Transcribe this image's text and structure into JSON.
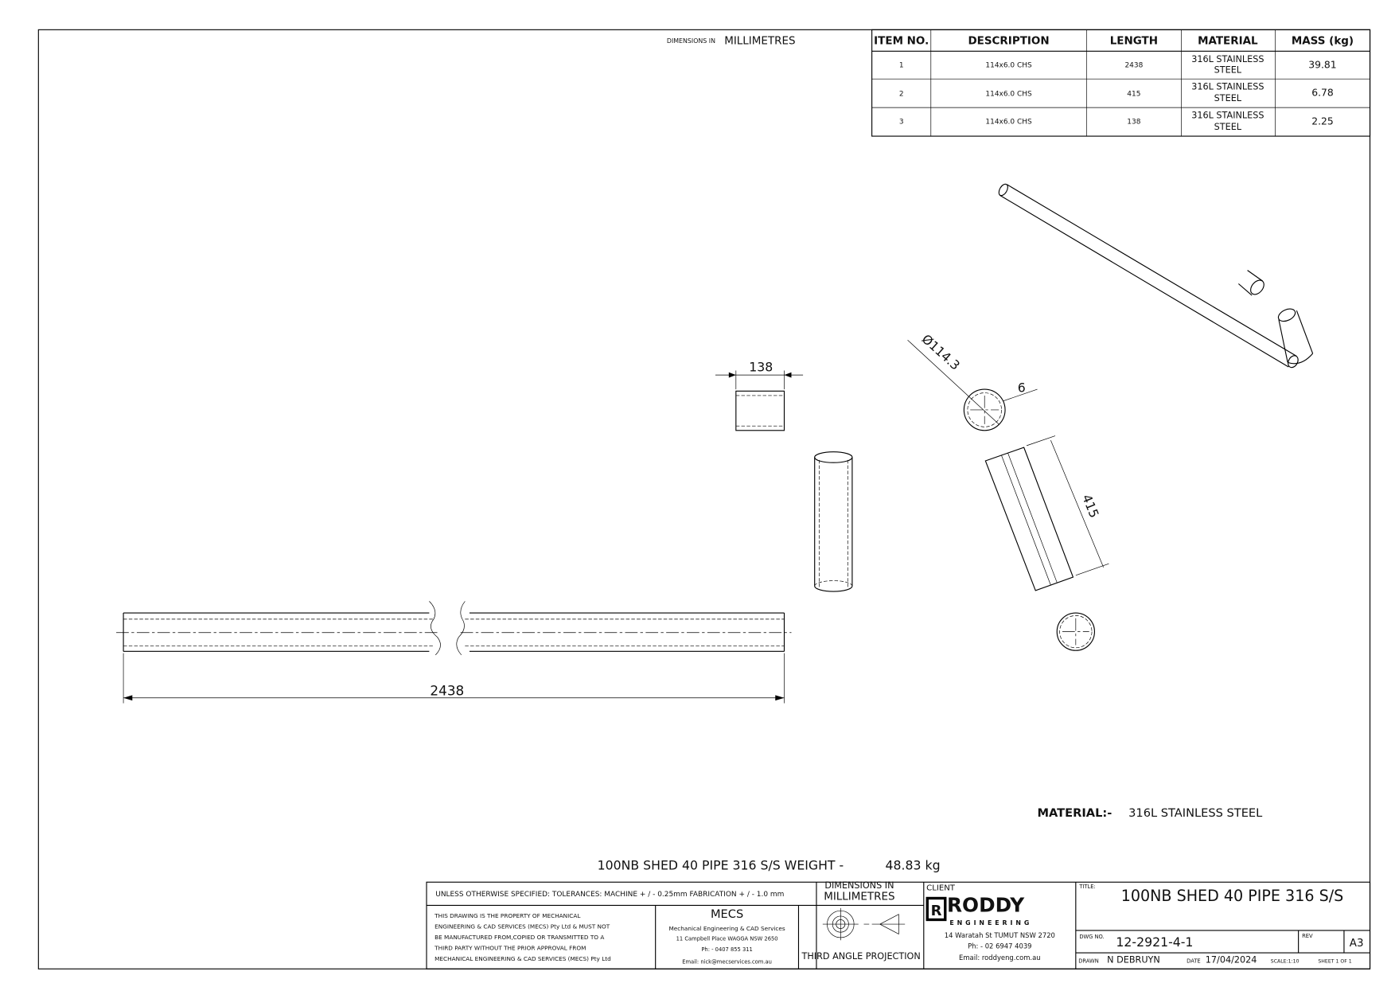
{
  "header": {
    "dims_prefix": "DIMENSIONS IN",
    "dims_unit": "MILLIMETRES"
  },
  "bom": {
    "columns": [
      "ITEM NO.",
      "DESCRIPTION",
      "LENGTH",
      "MATERIAL",
      "MASS (kg)"
    ],
    "rows": [
      {
        "item": "1",
        "desc": "114x6.0 CHS",
        "length": "2438",
        "mat1": "316L STAINLESS",
        "mat2": "STEEL",
        "mass": "39.81"
      },
      {
        "item": "2",
        "desc": "114x6.0 CHS",
        "length": "415",
        "mat1": "316L STAINLESS",
        "mat2": "STEEL",
        "mass": "6.78"
      },
      {
        "item": "3",
        "desc": "114x6.0 CHS",
        "length": "138",
        "mat1": "316L STAINLESS",
        "mat2": "STEEL",
        "mass": "2.25"
      }
    ]
  },
  "dims": {
    "long": "2438",
    "short": "138",
    "dia": "Ø114.3",
    "wall": "6",
    "mid": "415"
  },
  "material": {
    "label": "MATERIAL:-",
    "value": "316L STAINLESS STEEL"
  },
  "weight": {
    "label": "100NB SHED 40 PIPE 316 S/S WEIGHT -",
    "value": "48.83 kg"
  },
  "titleblock": {
    "tolerances": "UNLESS OTHERWISE SPECIFIED: TOLERANCES: MACHINE + / - 0.25mm  FABRICATION + / - 1.0 mm",
    "dims1": "DIMENSIONS IN",
    "dims2": "MILLIMETRES",
    "property": [
      "THIS DRAWING IS THE PROPERTY OF MECHANICAL",
      "ENGINEERING & CAD SERVICES (MECS) Pty Ltd & MUST NOT",
      "BE MANUFACTURED FROM,COPIED OR TRANSMITTED TO A",
      "THIRD PARTY WITHOUT THE PRIOR APPROVAL FROM",
      "MECHANICAL ENGINEERING & CAD SERVICES (MECS) Pty Ltd"
    ],
    "mecs": {
      "logo": "MECS",
      "name": "Mechanical Engineering & CAD Services",
      "address": "11 Campbell Place WAGGA NSW 2650",
      "phone": "Ph: - 0407 855 311",
      "email": "Email: nick@mecservices.com.au"
    },
    "projection": "THIRD ANGLE PROJECTION",
    "client_label": "CLIENT",
    "client": {
      "logo1": "RODDY",
      "logo2": "ENGINEERING",
      "address": "14 Waratah St TUMUT NSW 2720",
      "phone": "Ph: - 02 6947 4039",
      "email": "Email: roddyeng.com.au"
    },
    "title_label": "TITLE:",
    "title": "100NB SHED 40 PIPE 316 S/S",
    "dwg_label": "DWG NO.",
    "dwg": "12-2921-4-1",
    "rev_label": "REV",
    "size": "A3",
    "drawn_label": "DRAWN",
    "drawn": "N DEBRUYN",
    "date_label": "DATE",
    "date": "17/04/2024",
    "scale": "SCALE:1:10",
    "sheet": "SHEET 1 OF 1"
  }
}
